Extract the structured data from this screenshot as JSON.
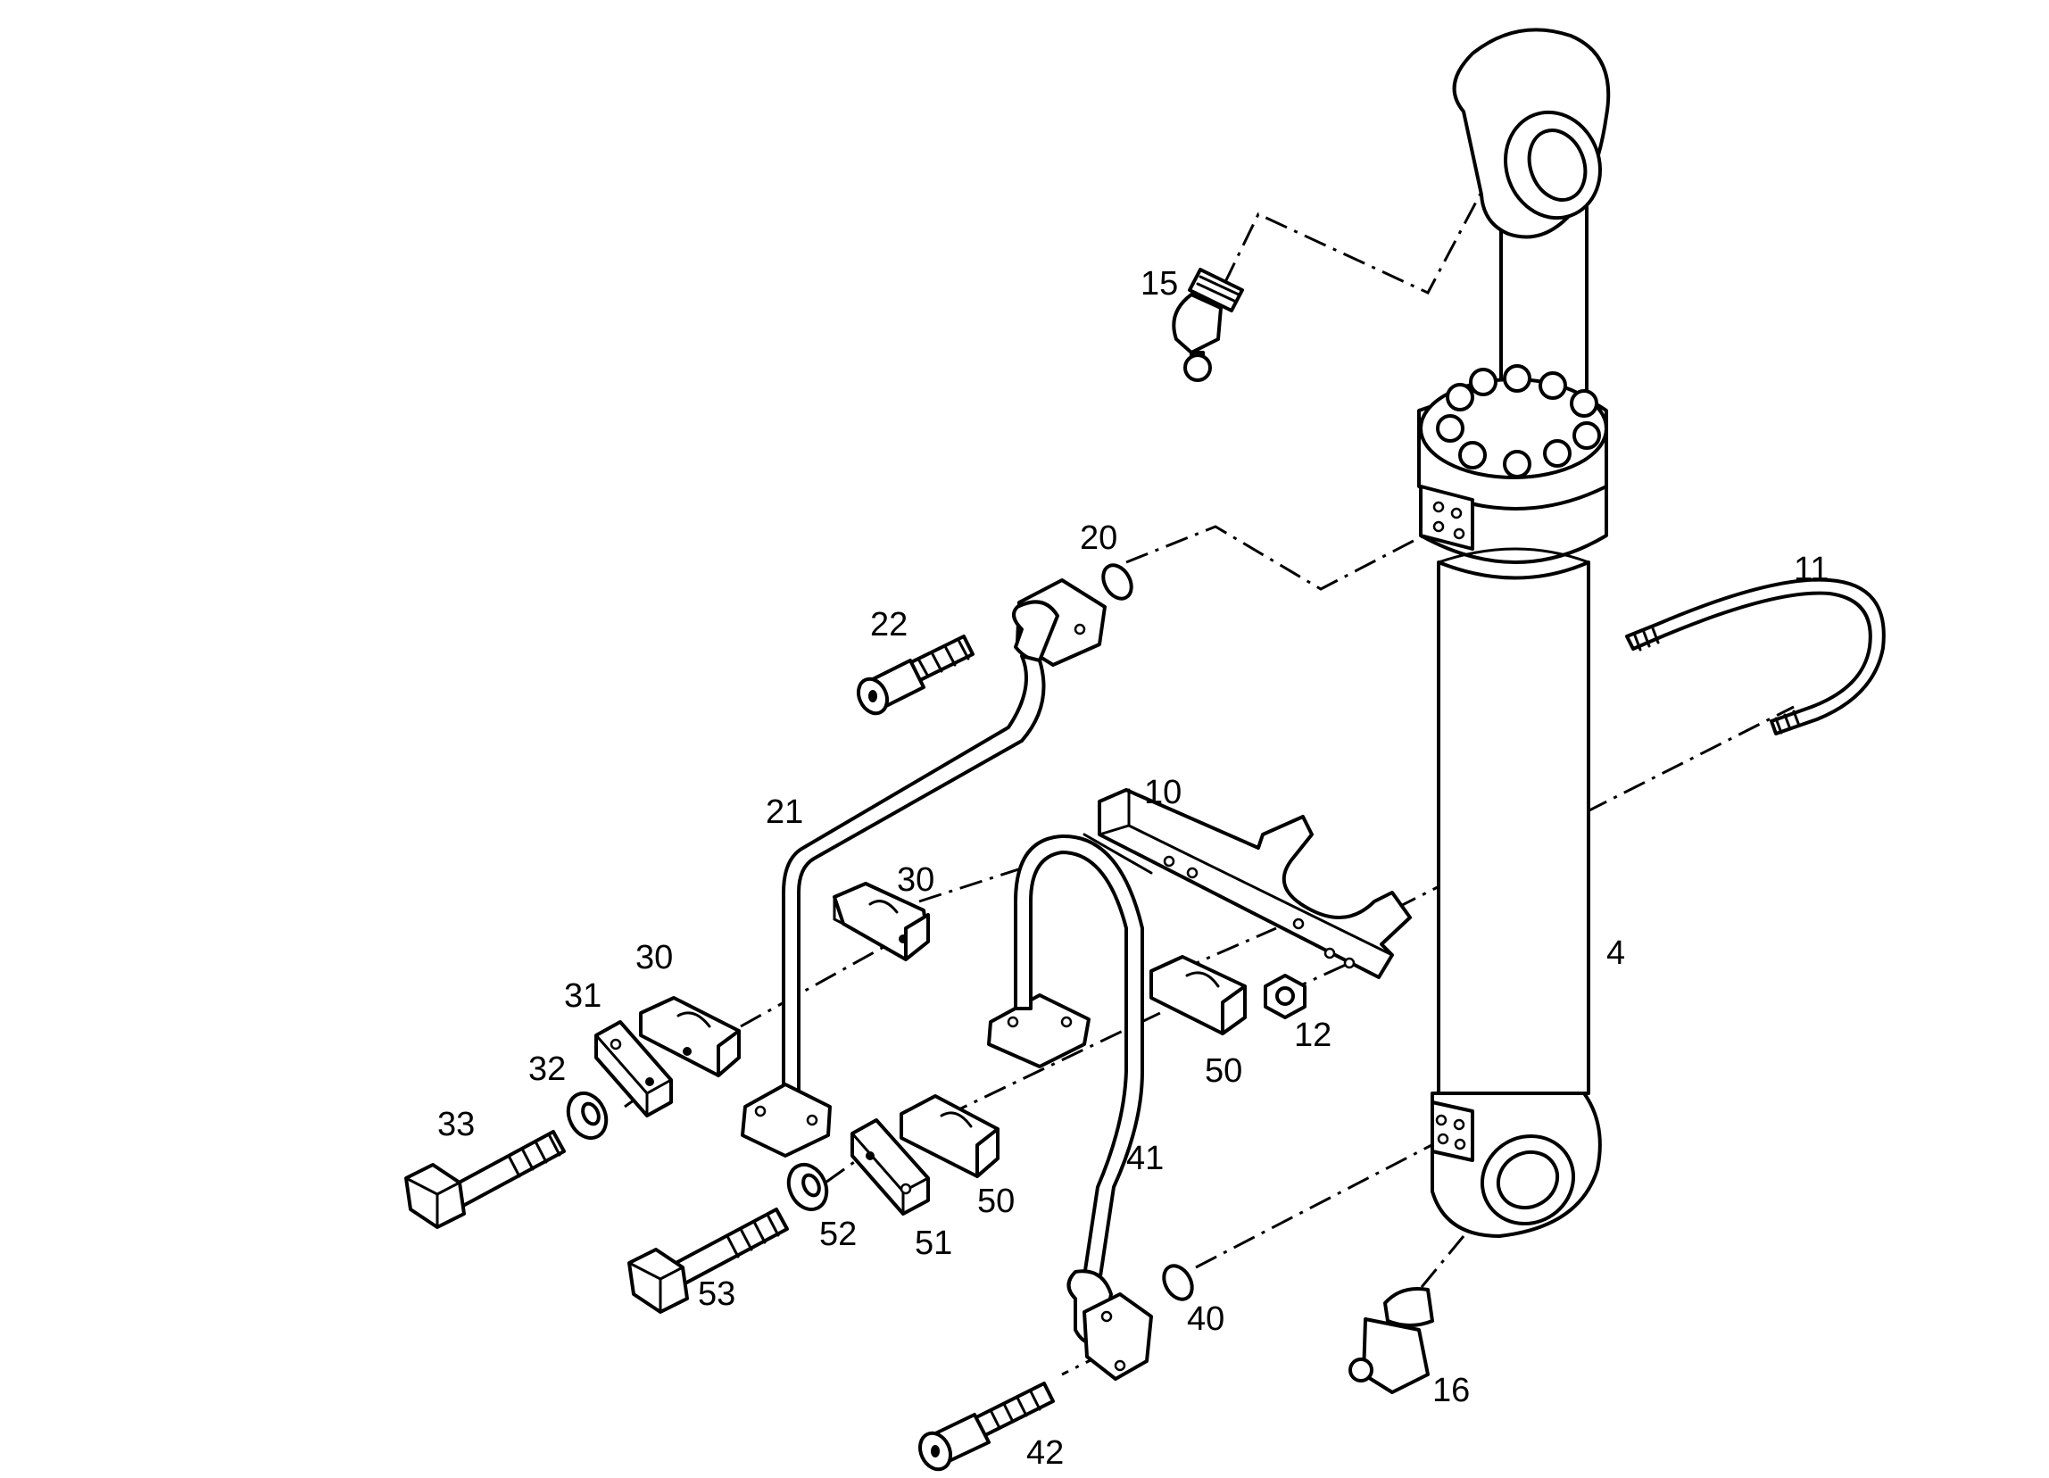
{
  "callouts": {
    "c4": "4",
    "c10": "10",
    "c11": "11",
    "c12": "12",
    "c15": "15",
    "c16": "16",
    "c20": "20",
    "c21": "21",
    "c22": "22",
    "c30a": "30",
    "c30b": "30",
    "c31": "31",
    "c32": "32",
    "c33": "33",
    "c40": "40",
    "c41": "41",
    "c42": "42",
    "c50a": "50",
    "c50b": "50",
    "c51": "51",
    "c52": "52",
    "c53": "53"
  },
  "colors": {
    "line": "#000000",
    "background": "#ffffff"
  }
}
